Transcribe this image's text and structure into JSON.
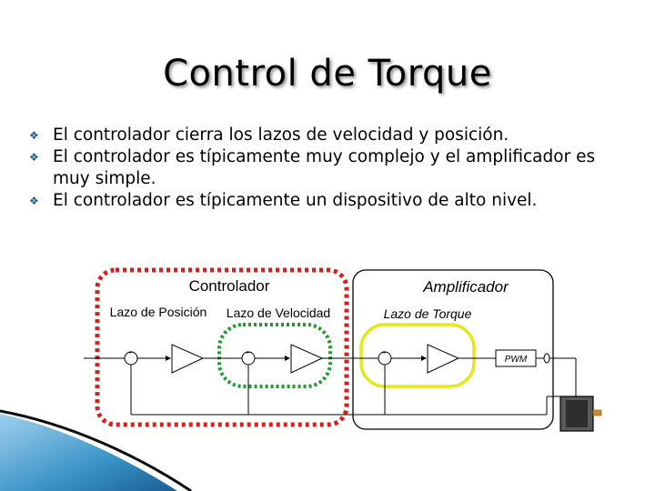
{
  "slide": {
    "title": "Control de Torque",
    "bullets": [
      "El controlador cierra los lazos de velocidad y posición.",
      "El controlador es típicamente muy complejo y el amplificador es muy simple.",
      "El controlador es típicamente un dispositivo de alto nivel."
    ]
  },
  "diagram": {
    "controlador_label": "Controlador",
    "amplificador_label": "Amplificador",
    "lazo_posicion": "Lazo de Posición",
    "lazo_velocidad": "Lazo de Velocidad",
    "lazo_torque": "Lazo de Torque",
    "pwm": "PWM",
    "colors": {
      "posicion_loop": "#d61f1f",
      "velocidad_loop": "#1f9a2e",
      "torque_loop": "#e6e619",
      "accent_bar": "#3a93c8"
    }
  }
}
